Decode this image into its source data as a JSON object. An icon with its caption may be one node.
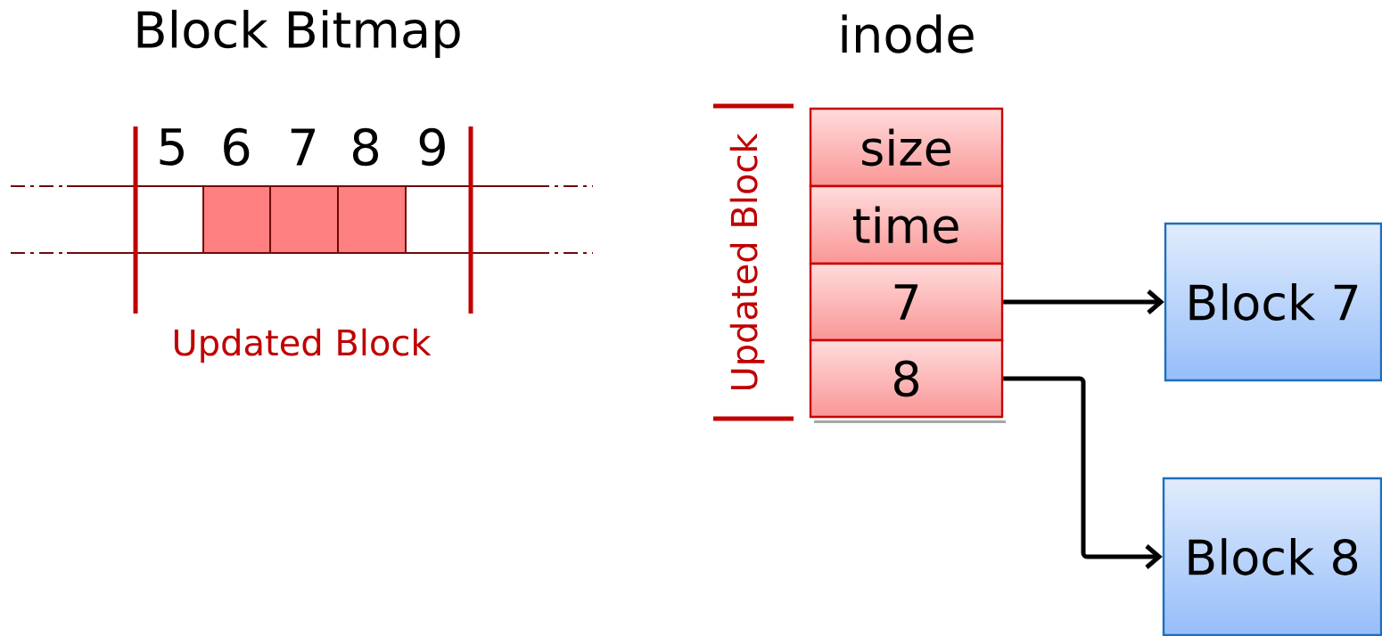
{
  "diagram": {
    "nodes": [
      {
        "text": [
          "size"
        ]
      },
      {
        "text": [
          "time"
        ]
      },
      {
        "text": [
          "7"
        ]
      },
      {
        "text": [
          "8"
        ]
      },
      {
        "text": [
          "Block 7"
        ]
      },
      {
        "text": [
          "Block 8"
        ]
      }
    ],
    "edges": [
      {
        "from": 2,
        "to": 4,
        "arrow": "to"
      },
      {
        "from": 3,
        "to": 5,
        "arrow": "to"
      }
    ],
    "labels": [
      "Block Bitmap",
      "inode",
      "5",
      "6",
      "7",
      "8",
      "9",
      "Updated Block",
      "Updated Block"
    ]
  }
}
